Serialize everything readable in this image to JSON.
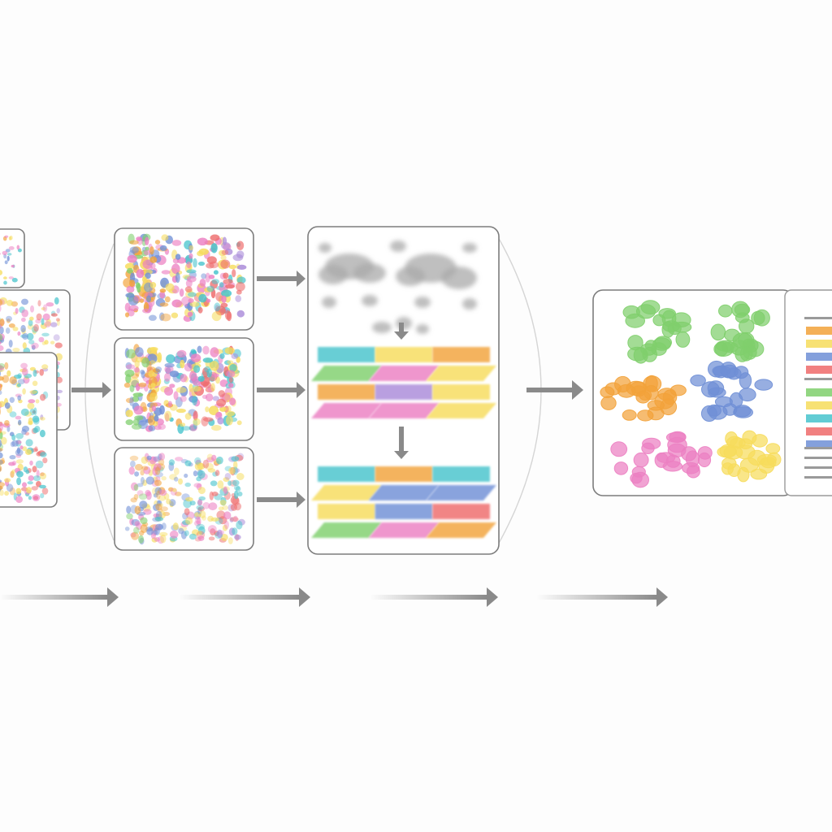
{
  "palette": {
    "green": "#7fcf6c",
    "orange": "#f2a23a",
    "blue": "#6f8fd6",
    "pink": "#ec7fc2",
    "yellow": "#f6dc5c",
    "teal": "#46c3cc",
    "red": "#ee6a6a",
    "purple": "#a98ad9",
    "cloud": "#a9a9a9",
    "arrow": "#8a8a8a",
    "frame": "#7d7d7d"
  },
  "stages": [
    {
      "id": "input-datasets",
      "panel_count": 3,
      "icon": "scatter-dots-icon"
    },
    {
      "id": "sample-panels",
      "panel_count": 3,
      "icon": "scatter-dots-icon"
    },
    {
      "id": "integration-panel",
      "icon": "cloud-icon",
      "sub_parts": [
        "noise-clouds",
        "unaligned-bands",
        "aligned-bands"
      ]
    },
    {
      "id": "cluster-result",
      "icon": "cluster-blob-icon",
      "cluster_count": 6
    },
    {
      "id": "legend-panel",
      "icon": "legend-bars-icon"
    }
  ],
  "integration_bands": {
    "unaligned_rows": [
      [
        "teal",
        "yellow",
        "orange"
      ],
      [
        "green",
        "pink",
        "yellow"
      ],
      [
        "orange",
        "purple",
        "yellow"
      ],
      [
        "pink",
        "pink",
        "yellow"
      ]
    ],
    "aligned_rows": [
      [
        "teal",
        "orange",
        "teal"
      ],
      [
        "yellow",
        "blue",
        "blue"
      ],
      [
        "yellow",
        "blue",
        "red"
      ],
      [
        "green",
        "pink",
        "orange"
      ]
    ]
  },
  "clusters": [
    "green",
    "green",
    "orange",
    "blue",
    "pink",
    "yellow"
  ],
  "legend_colors": [
    "orange",
    "yellow",
    "blue",
    "red",
    "green",
    "yellow",
    "teal",
    "red",
    "blue"
  ]
}
